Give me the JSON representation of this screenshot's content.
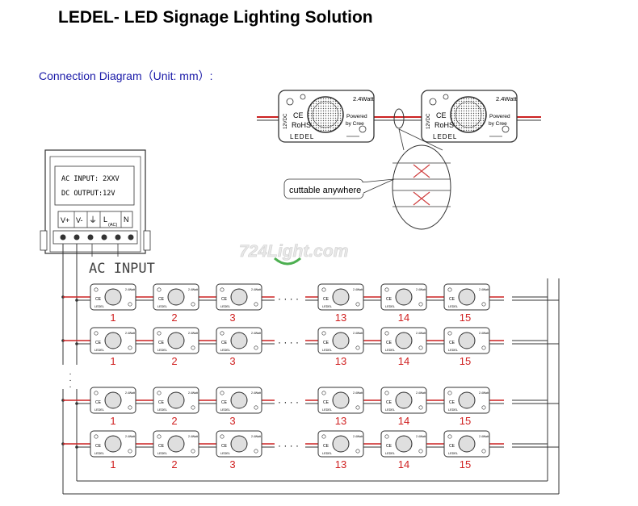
{
  "title": "LEDEL- LED Signage Lighting Solution",
  "subtitle": "Connection Diagram（Unit: mm）:",
  "module": {
    "watt_label": "2.4Watt",
    "ce": "CE",
    "rohs": "RoHS",
    "powered_by": "Powered",
    "by_cree": "by Cree",
    "voltage": "12VDC",
    "brand": "LEDEL"
  },
  "callout": {
    "label": "cuttable anywhere"
  },
  "power_supply": {
    "ac_input_text": "AC INPUT: 2XXV",
    "dc_output_text": "DC OUTPUT:12V",
    "terminals": [
      "V+",
      "V-",
      "⏚",
      "L",
      "N"
    ],
    "terminal_sub": "(AC)",
    "ac_input_label": "AC INPUT"
  },
  "watermark": "724Light.com",
  "ellipsis": "· · · ·",
  "row_labels": [
    "1",
    "2",
    "3",
    "13",
    "14",
    "15"
  ],
  "colors": {
    "title": "#000000",
    "subtitle": "#1a1aa8",
    "number_red": "#d02020",
    "wire_red": "#cc2222",
    "line": "#333333",
    "callout_x": "#d04040"
  }
}
